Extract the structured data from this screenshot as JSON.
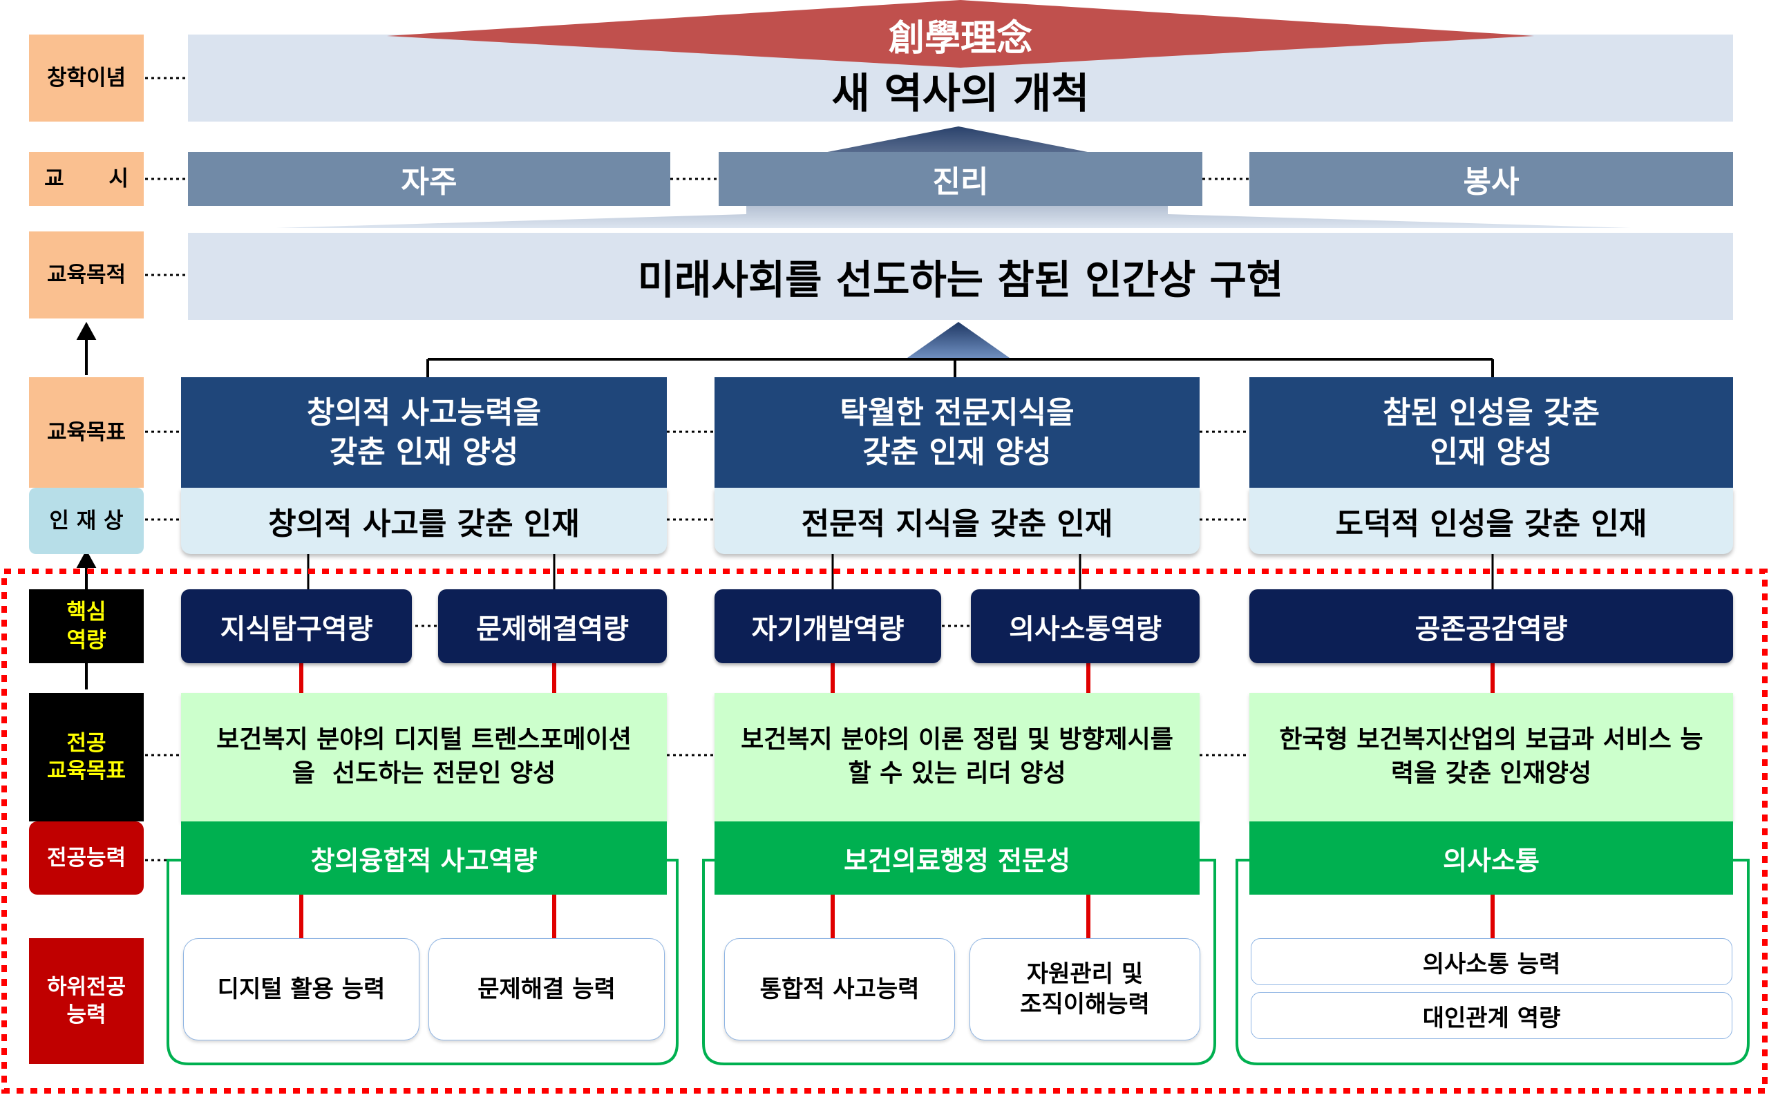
{
  "row_labels": {
    "founding": "창학이념",
    "motto": "교      시",
    "purpose": "교육목적",
    "goals": "교육목표",
    "talent": "인 재 상",
    "core": "핵심\n역량",
    "major_goal": "전공\n교육목표",
    "major_ability": "전공능력",
    "sub_ability": "하위전공\n능력"
  },
  "founding": {
    "hanja": "創學理念",
    "title": "새 역사의 개척"
  },
  "motto": [
    "자주",
    "진리",
    "봉사"
  ],
  "purpose": "미래사회를 선도하는 참된 인간상 구현",
  "columns": [
    {
      "goal": "창의적 사고능력을\n갖춘 인재 양성",
      "talent": "창의적 사고를 갖춘 인재",
      "core": [
        "지식탐구역량",
        "문제해결역량"
      ],
      "major_goal": "보건복지 분야의 디지털 트렌스포메이션\n을  선도하는 전문인 양성",
      "major_ability": "창의융합적 사고역량",
      "sub": [
        "디지털 활용 능력",
        "문제해결 능력"
      ]
    },
    {
      "goal": "탁월한 전문지식을\n갖춘 인재 양성",
      "talent": "전문적 지식을 갖춘 인재",
      "core": [
        "자기개발역량",
        "의사소통역량"
      ],
      "major_goal": "보건복지 분야의 이론 정립 및 방향제시를\n할 수 있는 리더 양성",
      "major_ability": "보건의료행정 전문성",
      "sub": [
        "통합적 사고능력",
        "자원관리 및\n조직이해능력"
      ]
    },
    {
      "goal": "참된 인성을 갖춘\n인재 양성",
      "talent": "도덕적 인성을 갖춘 인재",
      "core": [
        "공존공감역량"
      ],
      "major_goal": "한국형 보건복지산업의 보급과 서비스 능\n력을 갖춘 인재양성",
      "major_ability": "의사소통",
      "sub": [
        "의사소통 능력",
        "대인관계 역량"
      ]
    }
  ],
  "colors": {
    "label_peach": "#fac090",
    "label_light_blue": "#b7dee8",
    "label_black": "#000000",
    "label_text_yellow": "#ffff00",
    "label_red": "#c00000",
    "band_light": "#dae3ef",
    "motto_strip": "#718aa7",
    "goal_navy": "#1f467a",
    "core_navy": "#0c1f55",
    "major_goal_green": "#ccffcc",
    "major_ability_green": "#00b050",
    "hanja_banner_red": "#c0504d",
    "connector_red": "#e00000",
    "dotted_border_red": "#ff0000"
  }
}
